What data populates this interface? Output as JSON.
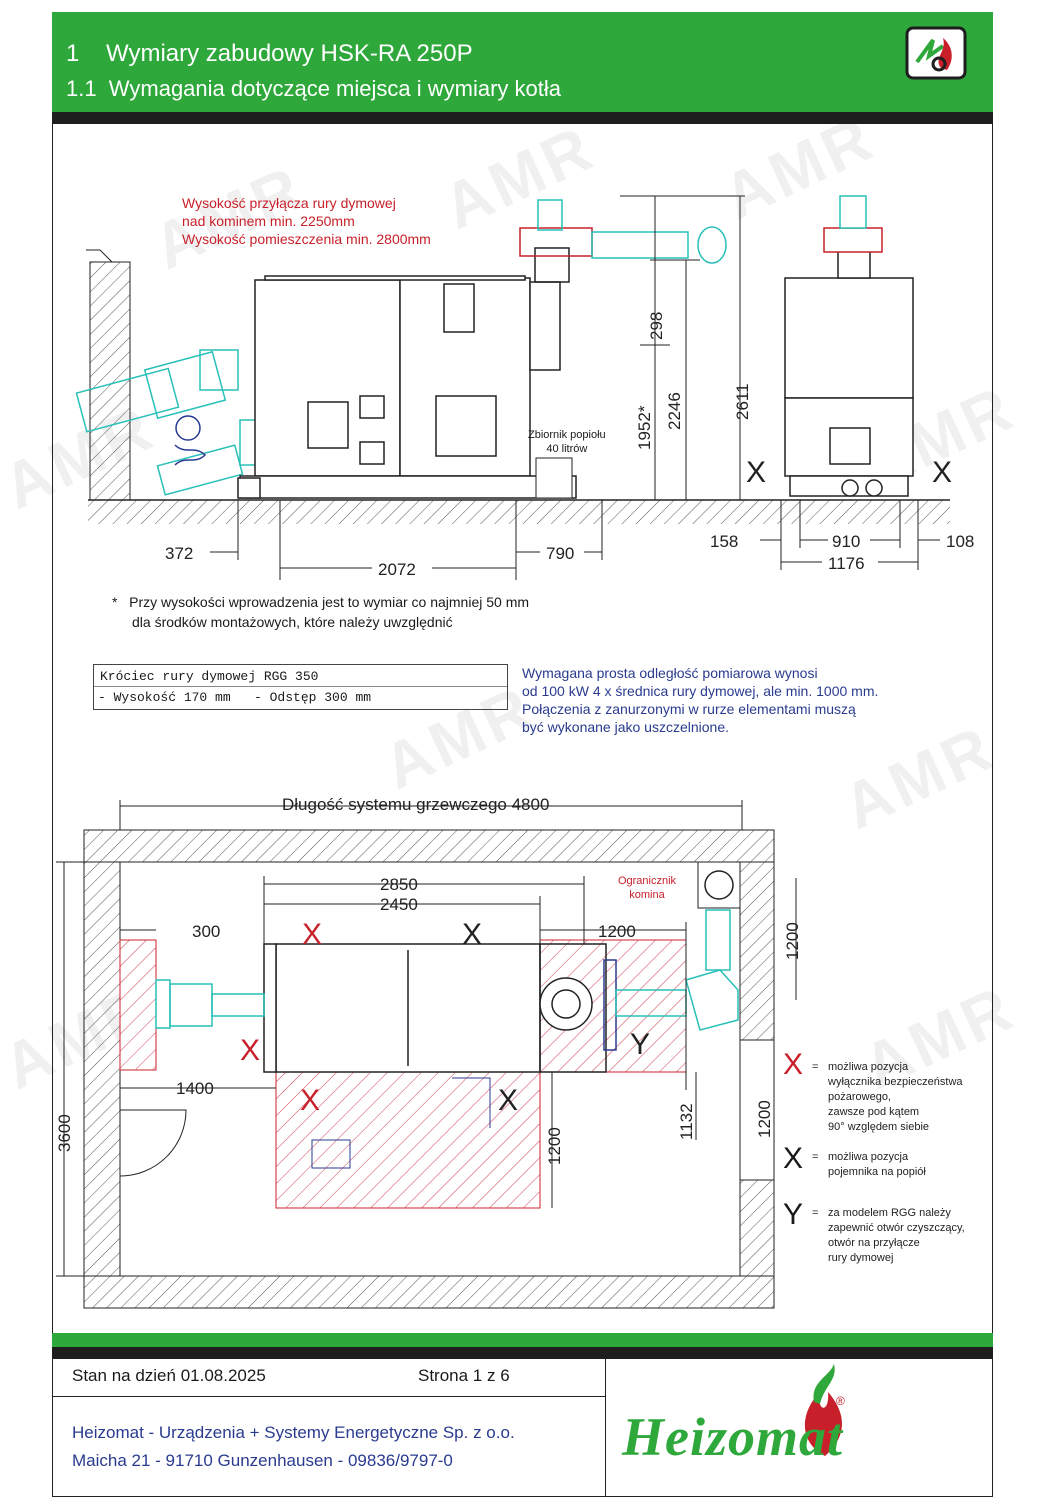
{
  "header": {
    "line1": "1    Wymiary zabudowy HSK-RA 250P",
    "line2": "1.1  Wymagania dotyczące miejsca i wymiary kotła"
  },
  "watermark": "AMR",
  "notes": {
    "red_note": [
      "Wysokość przyłącza rury dymowej",
      "nad kominem min. 2250mm",
      "Wysokość pomieszczenia min. 2800mm"
    ],
    "ash_tank": [
      "Zbiornik popiołu",
      "40 litrów"
    ],
    "footnote": [
      "*   Przy wysokości wprowadzenia jest to wymiar co najmniej 50 mm",
      "dla środków montażowych, które należy uwzględnić"
    ],
    "box_title": "Króciec rury dymowej RGG 350",
    "box_line": "- Wysokość 170 mm   - Odstęp 300 mm",
    "blue_note": [
      "Wymagana prosta odległość pomiarowa wynosi",
      "od 100 kW 4 x średnica rury dymowej, ale min. 1000 mm.",
      "Połączenia z zanurzonymi w rurze elementami muszą",
      "być wykonane jako uszczelnione."
    ],
    "limiter": [
      "Ogranicznik",
      "komina"
    ],
    "plan_title": "Długość systemu grzewczego 4800"
  },
  "side_dims": {
    "d298": "298",
    "d1952": "1952*",
    "d2246": "2246",
    "d2611": "2611",
    "d372": "372",
    "d2072": "2072",
    "d790": "790",
    "d158": "158",
    "d910": "910",
    "d1176": "1176",
    "d108": "108"
  },
  "plan_dims": {
    "d2850": "2850",
    "d2450": "2450",
    "d300": "300",
    "d1200a": "1200",
    "d1200b": "1200",
    "d1400": "1400",
    "d1132": "1132",
    "d1200c": "1200",
    "d1200d": "1200",
    "d3600": "3600"
  },
  "markers": {
    "red_x": "X",
    "black_x": "X",
    "y": "Y"
  },
  "legend": {
    "red_x": [
      "możliwa pozycja",
      "wyłącznika bezpieczeństwa",
      "pożarowego,",
      "zawsze pod kątem",
      "90° względem siebie"
    ],
    "black_x": [
      "możliwa pozycja",
      "pojemnika na popiół"
    ],
    "y": [
      "za modelem RGG należy",
      "zapewnić otwór czyszczący,",
      "otwór na przyłącze",
      "rury dymowej"
    ],
    "eq": "="
  },
  "footer": {
    "date": "Stan na dzień 01.08.2025",
    "page": "Strona 1 z 6",
    "company": "Heizomat - Urządzenia + Systemy Energetyczne Sp. z o.o.",
    "address": "Maicha 21 - 91710 Gunzenhausen - 09836/9797-0",
    "brand": "Heizomat",
    "registered": "®"
  },
  "colors": {
    "green": "#2ea83a",
    "dark": "#1e1e1e",
    "red": "#c8202a",
    "blue": "#2a3b8f",
    "cyan": "#28c0b8"
  }
}
